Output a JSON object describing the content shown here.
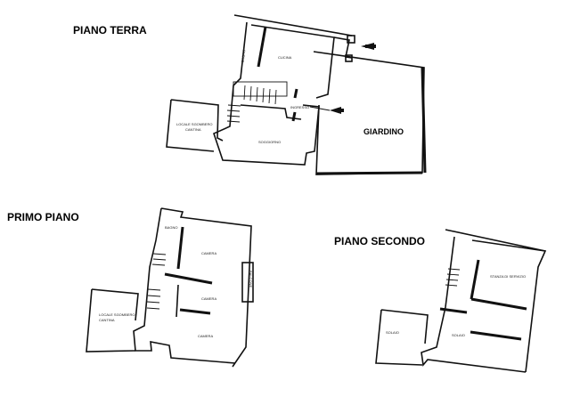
{
  "floors": {
    "ground": {
      "title": "PIANO TERRA",
      "rooms": {
        "bath": "BAGNO",
        "kitchen": "CUCINA",
        "entrance": "INGRESSO",
        "storage": "LOCALE SGOMBERO",
        "storage2": "CANTINA",
        "living": "SOGGIORNO",
        "garden": "GIARDINO"
      }
    },
    "first": {
      "title": "PRIMO PIANO",
      "rooms": {
        "bath": "BAGNO",
        "bed1": "CAMERA",
        "bed2": "CAMERA",
        "bed3": "CAMERA",
        "balcony": "BALCONE",
        "storage": "LOCALE SGOMBERO",
        "storage2": "CANTINA"
      }
    },
    "second": {
      "title": "PIANO SECONDO",
      "rooms": {
        "service": "STANZA DI SERVIZIO",
        "attic1": "SOLAIO",
        "attic2": "SOLAIO"
      }
    }
  },
  "colors": {
    "line": "#111111",
    "background": "#ffffff"
  }
}
